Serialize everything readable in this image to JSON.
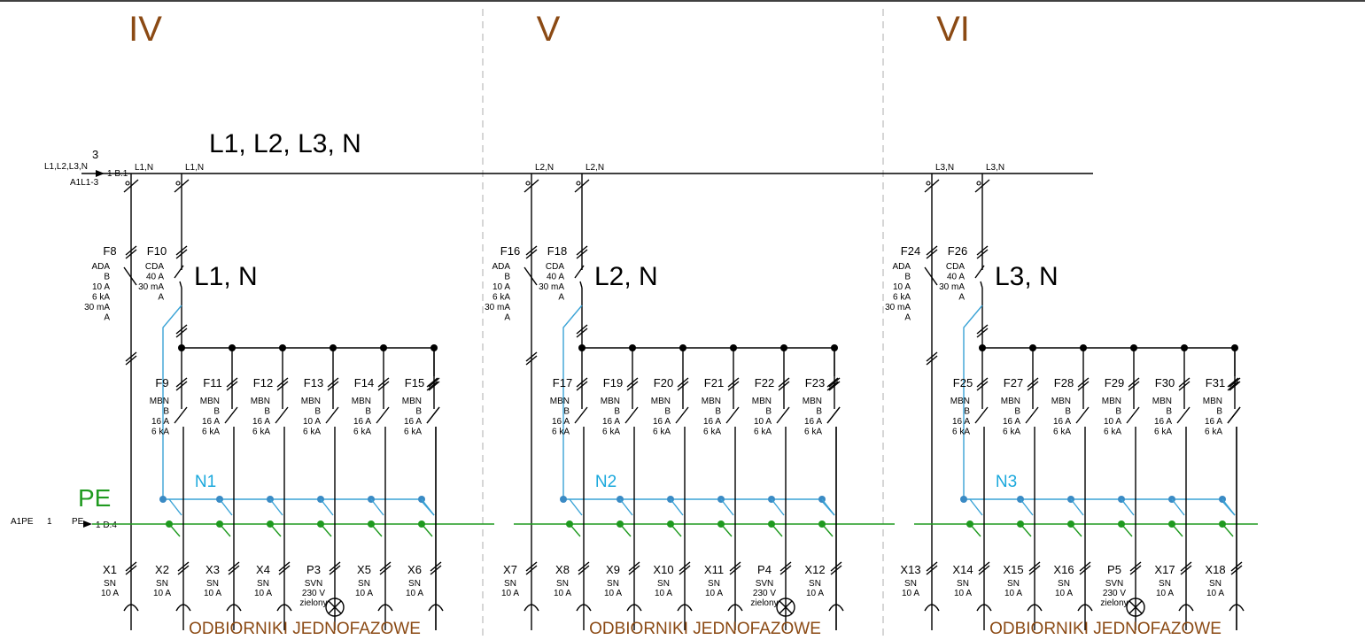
{
  "sections": [
    {
      "roman": "IV",
      "bus_label": "L1, L2, L3, N",
      "phase_label": "L1, N",
      "tap_label": "L1,N",
      "n_label": "N1",
      "footer": "ODBIORNIKI JEDNOFAZOWE",
      "main": [
        {
          "id": "F8",
          "lines": [
            "ADA",
            "B",
            "10 A",
            "6 kA",
            "30 mA",
            "A"
          ]
        },
        {
          "id": "F10",
          "lines": [
            "CDA",
            "40 A",
            "30 mA",
            "A"
          ]
        }
      ],
      "breakers": [
        {
          "id": "F9",
          "lines": [
            "MBN",
            "B",
            "16 A",
            "6 kA"
          ]
        },
        {
          "id": "F11",
          "lines": [
            "MBN",
            "B",
            "16 A",
            "6 kA"
          ]
        },
        {
          "id": "F12",
          "lines": [
            "MBN",
            "B",
            "16 A",
            "6 kA"
          ]
        },
        {
          "id": "F13",
          "lines": [
            "MBN",
            "B",
            "10 A",
            "6 kA"
          ]
        },
        {
          "id": "F14",
          "lines": [
            "MBN",
            "B",
            "16 A",
            "6 kA"
          ]
        },
        {
          "id": "F15",
          "lines": [
            "MBN",
            "B",
            "16 A",
            "6 kA"
          ]
        }
      ],
      "outputs": [
        {
          "type": "socket",
          "id": "X1",
          "lines": [
            "SN",
            "10 A"
          ]
        },
        {
          "type": "socket",
          "id": "X2",
          "lines": [
            "SN",
            "10 A"
          ]
        },
        {
          "type": "socket",
          "id": "X3",
          "lines": [
            "SN",
            "10 A"
          ]
        },
        {
          "type": "socket",
          "id": "X4",
          "lines": [
            "SN",
            "10 A"
          ]
        },
        {
          "type": "lamp",
          "id": "P3",
          "lines": [
            "SVN",
            "230 V",
            "zielony"
          ]
        },
        {
          "type": "socket",
          "id": "X5",
          "lines": [
            "SN",
            "10 A"
          ]
        },
        {
          "type": "socket",
          "id": "X6",
          "lines": [
            "SN",
            "10 A"
          ]
        }
      ]
    },
    {
      "roman": "V",
      "bus_label": "",
      "phase_label": "L2, N",
      "tap_label": "L2,N",
      "n_label": "N2",
      "footer": "ODBIORNIKI JEDNOFAZOWE",
      "main": [
        {
          "id": "F16",
          "lines": [
            "ADA",
            "B",
            "10 A",
            "6 kA",
            "30 mA",
            "A"
          ]
        },
        {
          "id": "F18",
          "lines": [
            "CDA",
            "40 A",
            "30 mA",
            "A"
          ]
        }
      ],
      "breakers": [
        {
          "id": "F17",
          "lines": [
            "MBN",
            "B",
            "16 A",
            "6 kA"
          ]
        },
        {
          "id": "F19",
          "lines": [
            "MBN",
            "B",
            "16 A",
            "6 kA"
          ]
        },
        {
          "id": "F20",
          "lines": [
            "MBN",
            "B",
            "16 A",
            "6 kA"
          ]
        },
        {
          "id": "F21",
          "lines": [
            "MBN",
            "B",
            "16 A",
            "6 kA"
          ]
        },
        {
          "id": "F22",
          "lines": [
            "MBN",
            "B",
            "10 A",
            "6 kA"
          ]
        },
        {
          "id": "F23",
          "lines": [
            "MBN",
            "B",
            "16 A",
            "6 kA"
          ]
        }
      ],
      "outputs": [
        {
          "type": "socket",
          "id": "X7",
          "lines": [
            "SN",
            "10 A"
          ]
        },
        {
          "type": "socket",
          "id": "X8",
          "lines": [
            "SN",
            "10 A"
          ]
        },
        {
          "type": "socket",
          "id": "X9",
          "lines": [
            "SN",
            "10 A"
          ]
        },
        {
          "type": "socket",
          "id": "X10",
          "lines": [
            "SN",
            "10 A"
          ]
        },
        {
          "type": "socket",
          "id": "X11",
          "lines": [
            "SN",
            "10 A"
          ]
        },
        {
          "type": "lamp",
          "id": "P4",
          "lines": [
            "SVN",
            "230 V",
            "zielony"
          ]
        },
        {
          "type": "socket",
          "id": "X12",
          "lines": [
            "SN",
            "10 A"
          ]
        }
      ]
    },
    {
      "roman": "VI",
      "bus_label": "",
      "phase_label": "L3, N",
      "tap_label": "L3,N",
      "n_label": "N3",
      "footer": "ODBIORNIKI JEDNOFAZOWE",
      "main": [
        {
          "id": "F24",
          "lines": [
            "ADA",
            "B",
            "10 A",
            "6 kA",
            "30 mA",
            "A"
          ]
        },
        {
          "id": "F26",
          "lines": [
            "CDA",
            "40 A",
            "30 mA",
            "A"
          ]
        }
      ],
      "breakers": [
        {
          "id": "F25",
          "lines": [
            "MBN",
            "B",
            "16 A",
            "6 kA"
          ]
        },
        {
          "id": "F27",
          "lines": [
            "MBN",
            "B",
            "16 A",
            "6 kA"
          ]
        },
        {
          "id": "F28",
          "lines": [
            "MBN",
            "B",
            "16 A",
            "6 kA"
          ]
        },
        {
          "id": "F29",
          "lines": [
            "MBN",
            "B",
            "10 A",
            "6 kA"
          ]
        },
        {
          "id": "F30",
          "lines": [
            "MBN",
            "B",
            "16 A",
            "6 kA"
          ]
        },
        {
          "id": "F31",
          "lines": [
            "MBN",
            "B",
            "16 A",
            "6 kA"
          ]
        }
      ],
      "outputs": [
        {
          "type": "socket",
          "id": "X13",
          "lines": [
            "SN",
            "10 A"
          ]
        },
        {
          "type": "socket",
          "id": "X14",
          "lines": [
            "SN",
            "10 A"
          ]
        },
        {
          "type": "socket",
          "id": "X15",
          "lines": [
            "SN",
            "10 A"
          ]
        },
        {
          "type": "socket",
          "id": "X16",
          "lines": [
            "SN",
            "10 A"
          ]
        },
        {
          "type": "lamp",
          "id": "P5",
          "lines": [
            "SVN",
            "230 V",
            "zielony"
          ]
        },
        {
          "type": "socket",
          "id": "X17",
          "lines": [
            "SN",
            "10 A"
          ]
        },
        {
          "type": "socket",
          "id": "X18",
          "lines": [
            "SN",
            "10 A"
          ]
        }
      ]
    }
  ],
  "incoming": {
    "number": "3",
    "label": "L1,L2,L3,N",
    "ref": "A1L1-3",
    "pin": "1 B.1"
  },
  "pe": {
    "label": "PE",
    "ref": "A1PE",
    "num": "1",
    "tag": "PE",
    "pin": "1 D.4"
  },
  "colors": {
    "section_title": "#8b4a14",
    "neutral": "#3aa3d6",
    "neutral_text": "#1aa8dc",
    "pe": "#1f9a1f",
    "wire": "#000000"
  }
}
